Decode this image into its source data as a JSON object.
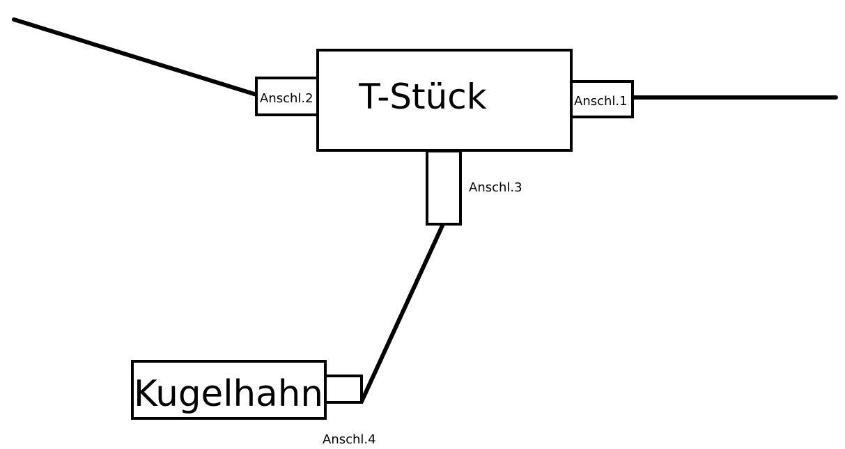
{
  "tstueck": {
    "label": "T-Stück"
  },
  "kugelhahn": {
    "label": "Kugelhahn"
  },
  "ports": {
    "anschl1": "Anschl.1",
    "anschl2": "Anschl.2",
    "anschl3": "Anschl.3",
    "anschl4": "Anschl.4"
  }
}
